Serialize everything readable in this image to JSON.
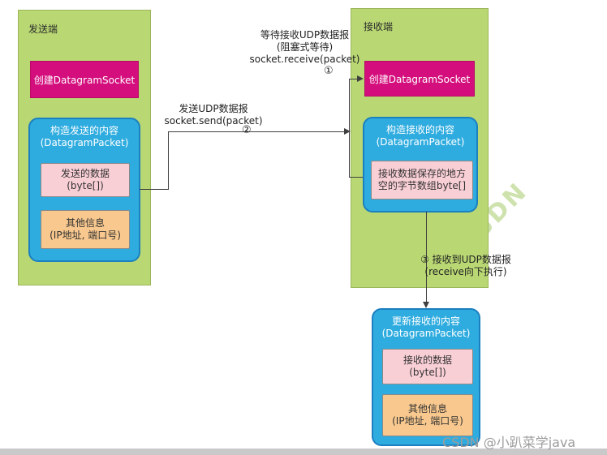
{
  "colors": {
    "panel_green": "#b9d873",
    "socket_magenta": "#d40f7d",
    "packet_blue": "#2facdf",
    "packet_blue_border": "#1b7fc0",
    "data_pink": "#f9cfd6",
    "info_orange": "#f8c88e"
  },
  "watermarks": {
    "diagonal": "CSDN",
    "credit": "CSDN @小趴菜学java"
  },
  "sender": {
    "title": "发送端",
    "create_socket": "创建DatagramSocket",
    "packet": {
      "title_line1": "构造发送的内容",
      "title_line2": "(DatagramPacket)",
      "data_line1": "发送的数据",
      "data_line2": "(byte[])",
      "info_line1": "其他信息",
      "info_line2": "(IP地址, 端口号)"
    }
  },
  "receiver": {
    "title": "接收端",
    "create_socket": "创建DatagramSocket",
    "packet": {
      "title_line1": "构造接收的内容",
      "title_line2": "(DatagramPacket)",
      "buffer_line1": "接收数据保存的地方",
      "buffer_line2": "空的字节数组byte[]"
    }
  },
  "updated_packet": {
    "title_line1": "更新接收的内容",
    "title_line2": "(DatagramPacket)",
    "data_line1": "接收的数据",
    "data_line2": "(byte[])",
    "info_line1": "其他信息",
    "info_line2": "(IP地址, 端口号)"
  },
  "annotations": {
    "receive": {
      "line1": "等待接收UDP数据报",
      "line2": "(阻塞式等待)",
      "line3": "socket.receive(packet)",
      "number": "①"
    },
    "send": {
      "line1": "发送UDP数据报",
      "line2": "socket.send(packet)",
      "number": "②"
    },
    "received": {
      "line1": "③ 接收到UDP数据报",
      "line2": "(receive向下执行)"
    }
  }
}
